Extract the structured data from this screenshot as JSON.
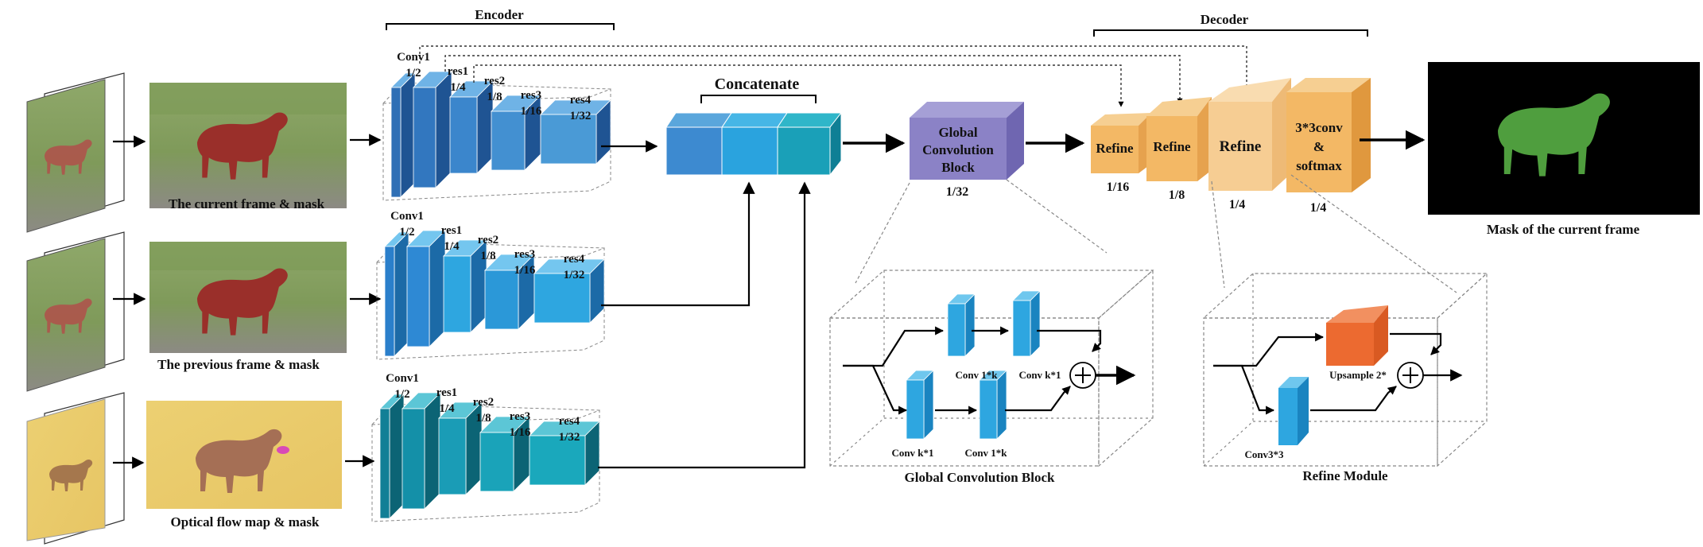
{
  "rows": [
    {
      "caption": "The current frame & mask",
      "layers": [
        {
          "name": "Conv1",
          "scale": "1/2"
        },
        {
          "name": "res1",
          "scale": "1/4"
        },
        {
          "name": "res2",
          "scale": "1/8"
        },
        {
          "name": "res3",
          "scale": "1/16"
        },
        {
          "name": "res4",
          "scale": "1/32"
        }
      ]
    },
    {
      "caption": "The previous frame & mask",
      "layers": [
        {
          "name": "Conv1",
          "scale": "1/2"
        },
        {
          "name": "res1",
          "scale": "1/4"
        },
        {
          "name": "res2",
          "scale": "1/8"
        },
        {
          "name": "res3",
          "scale": "1/16"
        },
        {
          "name": "res4",
          "scale": "1/32"
        }
      ]
    },
    {
      "caption": "Optical flow map & mask",
      "layers": [
        {
          "name": "Conv1",
          "scale": "1/2"
        },
        {
          "name": "res1",
          "scale": "1/4"
        },
        {
          "name": "res2",
          "scale": "1/8"
        },
        {
          "name": "res3",
          "scale": "1/16"
        },
        {
          "name": "res4",
          "scale": "1/32"
        }
      ]
    }
  ],
  "encoder_label": "Encoder",
  "concatenate_label": "Concatenate",
  "gcb": {
    "line1": "Global",
    "line2": "Convolution",
    "line3": "Block",
    "scale": "1/32"
  },
  "decoder": {
    "label": "Decoder",
    "blocks": [
      {
        "label": "Refine",
        "scale": "1/16"
      },
      {
        "label": "Refine",
        "scale": "1/8"
      },
      {
        "label": "Refine",
        "scale": "1/4"
      }
    ],
    "final": {
      "line1": "3*3conv",
      "line2": "&",
      "line3": "softmax",
      "scale": "1/4"
    }
  },
  "output_caption": "Mask of the current frame",
  "gcb_detail": {
    "title": "Global Convolution Block",
    "labels": [
      "Conv 1*k",
      "Conv k*1",
      "Conv k*1",
      "Conv 1*k"
    ]
  },
  "refine_detail": {
    "title": "Refine Module",
    "upsample_label": "Upsample 2*",
    "conv_label": "Conv3*3"
  },
  "colors": {
    "blue_dark": "#2f6fb5",
    "blue_mid": "#3b86cc",
    "blue_light": "#2ea6e0",
    "teal": "#1a9cb6",
    "purple": "#8b82c6",
    "orange_light": "#f3c07a",
    "orange_dark": "#ec6a30",
    "mask_green": "#4f9e3e"
  }
}
